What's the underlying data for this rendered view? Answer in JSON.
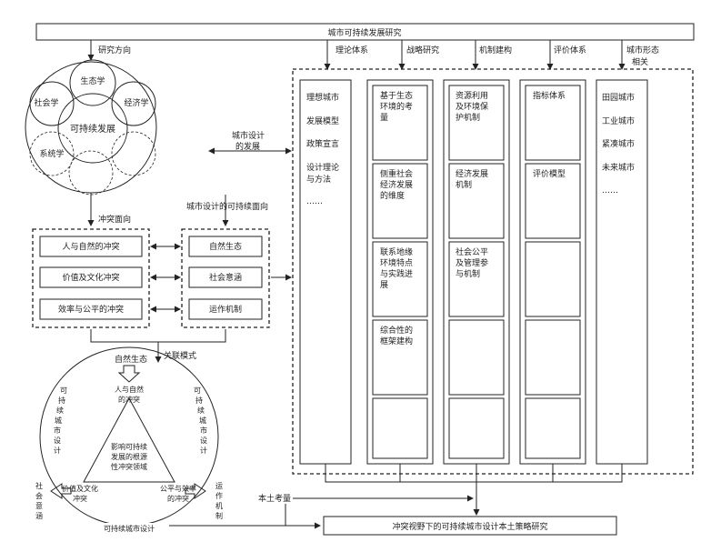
{
  "top_title": "城市可持续发展研究",
  "left_branch": "研究方向",
  "circle": {
    "center": "可持续发展",
    "petals": [
      "生态学",
      "经济学",
      "社会学",
      "系统学"
    ]
  },
  "urban_design_dev": [
    "城市设计",
    "的发展"
  ],
  "conflict_label": "冲突面向",
  "sustain_label": "城市设计的可持续面向",
  "conflicts": [
    "人与自然的冲突",
    "价值及文化冲突",
    "效率与公平的冲突"
  ],
  "aspects": [
    "自然生态",
    "社会意涵",
    "运作机制"
  ],
  "assoc_label": "关联模式",
  "triangle": {
    "top_label": "自然生态",
    "top_inner": [
      "人与自然",
      "的冲突"
    ],
    "center": [
      "影响可持续",
      "发展的根源",
      "性冲突领域"
    ],
    "bl_inner": [
      "价值及文化",
      "冲突"
    ],
    "br_inner": [
      "公平与效率",
      "的冲突"
    ],
    "left_arc": [
      "可",
      "持",
      "续",
      "城",
      "市",
      "设",
      "计"
    ],
    "right_arc": [
      "可",
      "持",
      "续",
      "城",
      "市",
      "设",
      "计"
    ],
    "left_side": [
      "社",
      "会",
      "意",
      "涵"
    ],
    "right_side": [
      "运",
      "作",
      "机",
      "制"
    ],
    "bottom_arc": "可持续城市设计"
  },
  "col_heads": [
    "理论体系",
    "战略研究",
    "机制建构",
    "评价体系",
    "城市形态",
    "相关"
  ],
  "theory_items": [
    "理想城市",
    "发展模型",
    "政策宣言",
    "设计理论",
    "与方法",
    "……"
  ],
  "strategy": [
    [
      "基于生态",
      "环境的考",
      "量"
    ],
    [
      "侧重社会",
      "经济发展",
      "的维度"
    ],
    [
      "联系地缘",
      "环境特点",
      "与实践进",
      "展"
    ],
    [
      "综合性的",
      "框架建构"
    ]
  ],
  "mechanism": [
    [
      "资源利用",
      "及环境保",
      "护机制"
    ],
    [
      "经济发展",
      "机制"
    ],
    [
      "社会公平",
      "及管理参",
      "与机制"
    ]
  ],
  "evaluation": [
    "指标体系",
    "评价模型"
  ],
  "morph_items": [
    "田园城市",
    "工业城市",
    "紧凑城市",
    "未来城市",
    "……"
  ],
  "local_label": "本土考量",
  "final_box": "冲突视野下的可持续城市设计本土策略研究"
}
